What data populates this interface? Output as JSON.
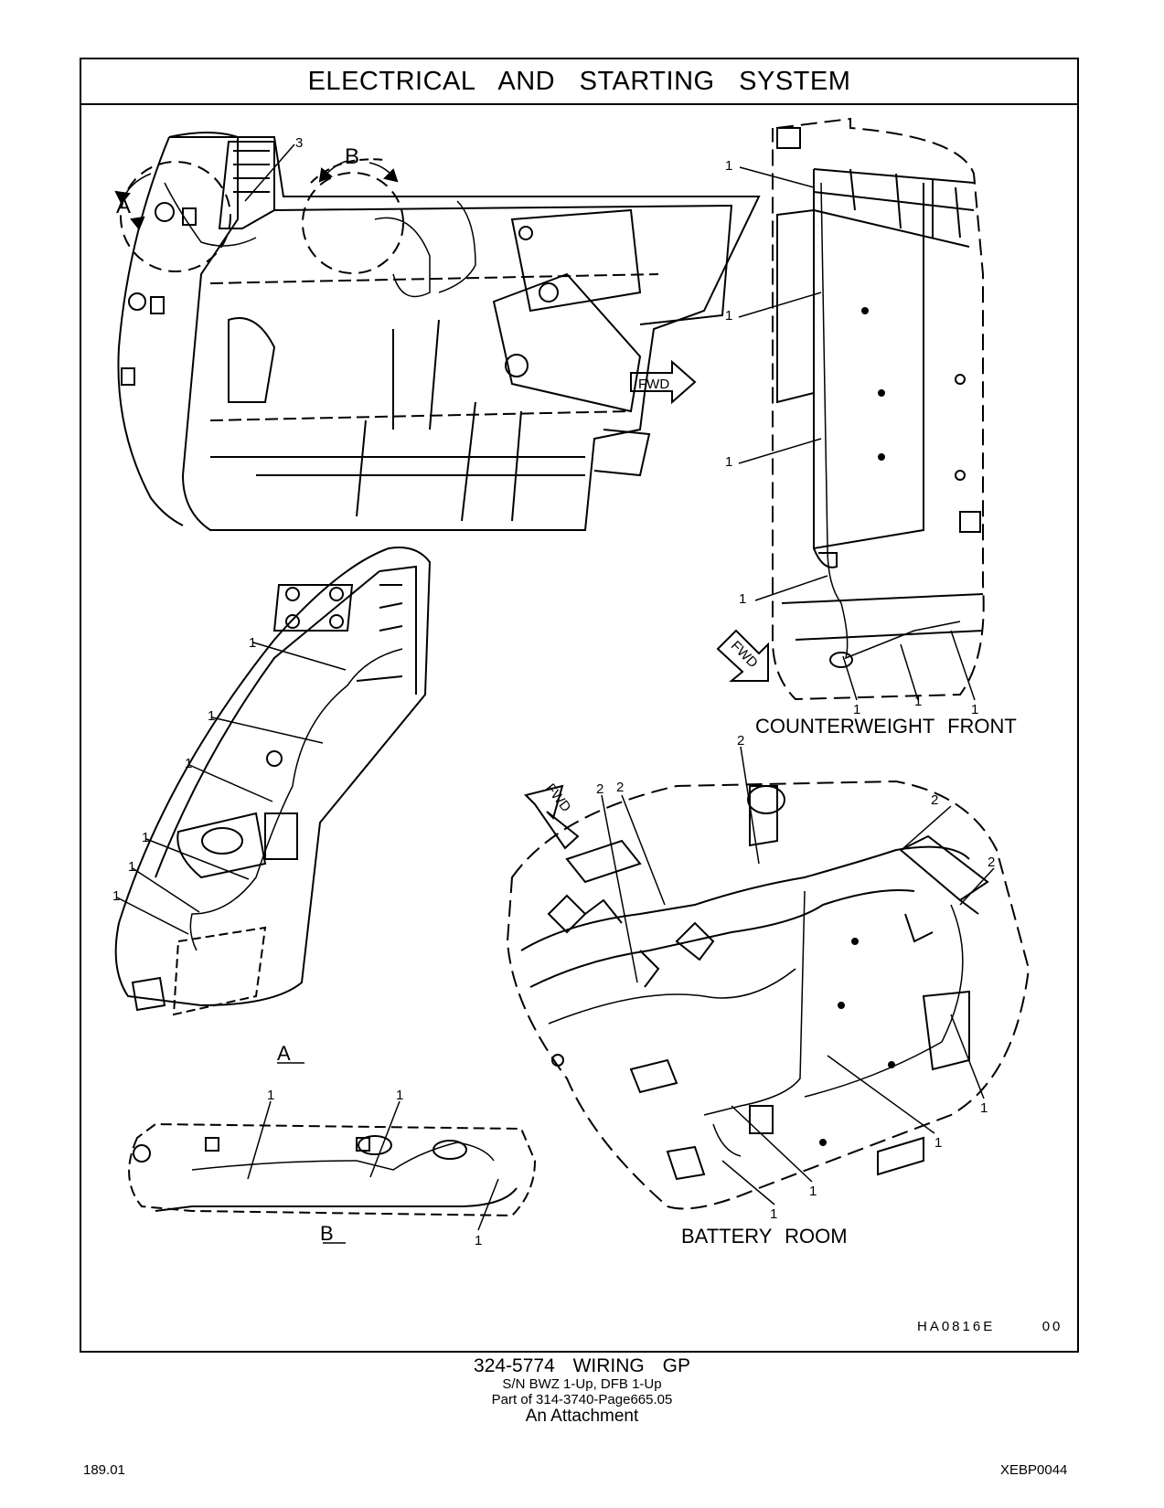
{
  "title": "ELECTRICAL AND STARTING SYSTEM",
  "views": {
    "counterweight_front": "COUNTERWEIGHT FRONT",
    "battery_room": "BATTERY ROOM",
    "view_a": "A",
    "view_b": "B"
  },
  "detail_markers": {
    "a": "A",
    "b": "B"
  },
  "fwd_label": "FWD",
  "callouts": {
    "one": "1",
    "two": "2",
    "three": "3"
  },
  "illustration_ref": "HA0816E   00",
  "caption": {
    "part": "324-5774 WIRING GP",
    "serial": "S/N BWZ 1-Up, DFB 1-Up",
    "part_of": "Part of 314-3740-Page665.05",
    "attachment": "An Attachment"
  },
  "footer": {
    "page_number": "189.01",
    "doc_id": "XEBP0044"
  }
}
